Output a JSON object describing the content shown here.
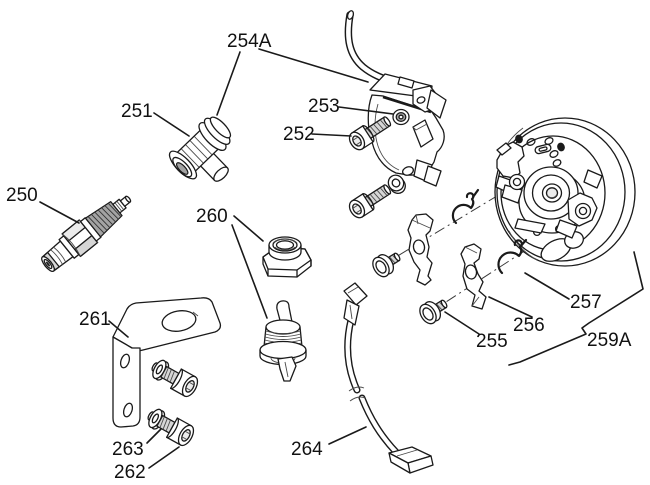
{
  "figure": {
    "type": "exploded-parts-diagram",
    "background_color": "#ffffff",
    "line_color": "#1a1a1a"
  },
  "callouts": [
    {
      "label": "250",
      "part": "spark-plug"
    },
    {
      "label": "251",
      "part": "spark-plug-boot"
    },
    {
      "label": "252",
      "part": "coil-mounting-screw"
    },
    {
      "label": "253",
      "part": "coil-grommet"
    },
    {
      "label": "254A",
      "part": "ignition-coil-assembly"
    },
    {
      "label": "255",
      "part": "pawl-screw"
    },
    {
      "label": "256",
      "part": "starter-pawl"
    },
    {
      "label": "257",
      "part": "retaining-ring"
    },
    {
      "label": "259A",
      "part": "flywheel-assembly"
    },
    {
      "label": "260",
      "part": "stop-switch-with-nut"
    },
    {
      "label": "261",
      "part": "mounting-bracket"
    },
    {
      "label": "262",
      "part": "socket-screw"
    },
    {
      "label": "263",
      "part": "washer"
    },
    {
      "label": "264",
      "part": "stop-switch-wire"
    }
  ]
}
